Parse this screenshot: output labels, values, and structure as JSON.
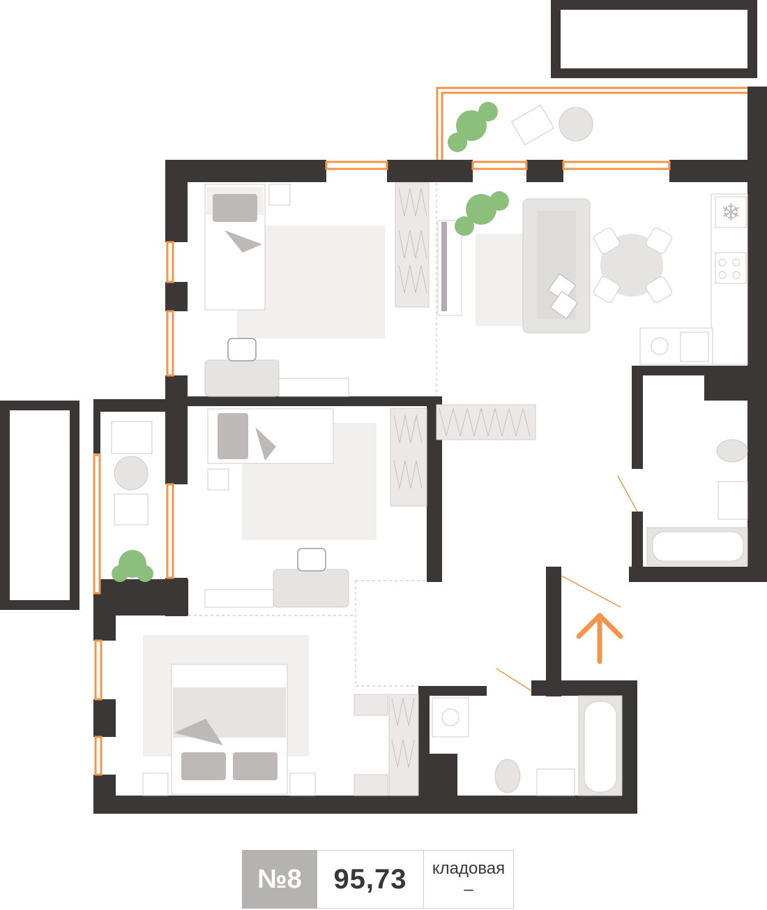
{
  "apartment": {
    "number_label": "№8",
    "area": "95,73",
    "storage_label": "кладовая",
    "storage_value": "–"
  },
  "colors": {
    "wall": "#3a3736",
    "window": "#f0954a",
    "furniture": "#e6e4e3",
    "furniture_dark": "#bcb9b8",
    "plant": "#8dbf7c",
    "rug": "#f1f0ef"
  },
  "icons": [
    "entrance-arrow-icon",
    "snowflake-icon",
    "plant-icon"
  ]
}
